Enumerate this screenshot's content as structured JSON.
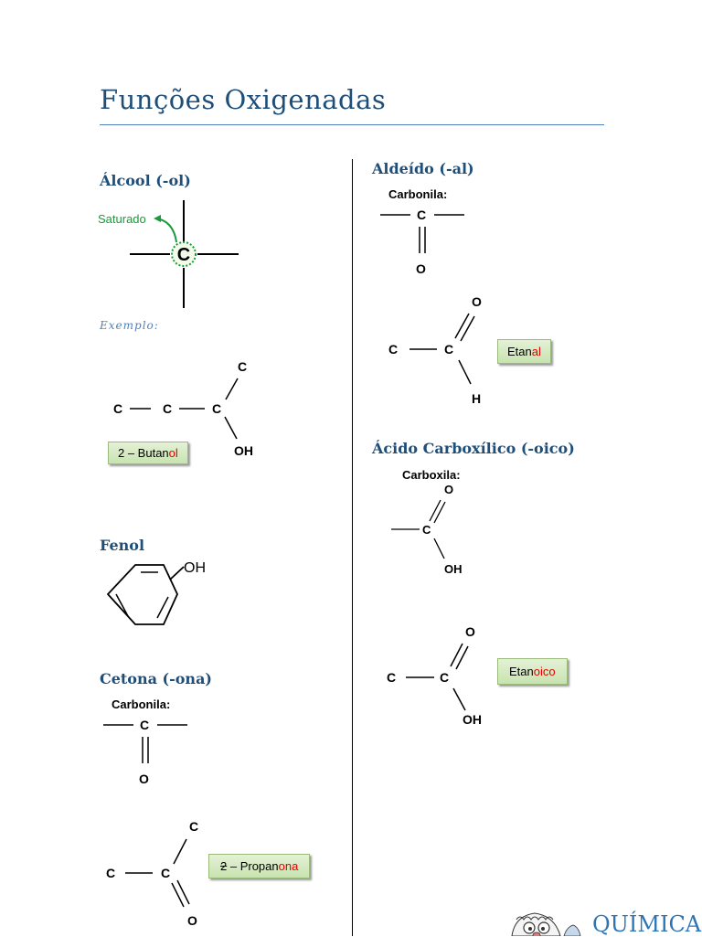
{
  "page": {
    "title": "Funções Oxigenadas"
  },
  "alcool": {
    "heading": "Álcool (-ol)",
    "saturado": "Saturado",
    "carbon": "C",
    "exemplo": "Exemplo:",
    "example": {
      "atoms": [
        "C",
        "C",
        "C",
        "C",
        "OH"
      ],
      "label_prefix": "2 – Butan",
      "label_suffix": "ol"
    }
  },
  "fenol": {
    "heading": "Fenol",
    "oh": "OH"
  },
  "cetona": {
    "heading": "Cetona (-ona)",
    "group_label": "Carbonila:",
    "group_atoms": [
      "C",
      "O"
    ],
    "example": {
      "atoms": [
        "C",
        "C",
        "C",
        "O"
      ],
      "label_prefix_num": "2",
      "label_prefix": " – Propan",
      "label_suffix": "ona"
    }
  },
  "aldeido": {
    "heading": "Aldeído (-al)",
    "group_label": "Carbonila:",
    "group_atoms": [
      "C",
      "O"
    ],
    "example": {
      "atoms": [
        "C",
        "C",
        "O",
        "H"
      ],
      "label_prefix": "Etan",
      "label_suffix": "al"
    }
  },
  "acido": {
    "heading": "Ácido Carboxílico (-oico)",
    "group_label": "Carboxila:",
    "group_atoms": [
      "O",
      "C",
      "OH"
    ],
    "example": {
      "atoms": [
        "C",
        "C",
        "O",
        "OH"
      ],
      "label_prefix": "Etan",
      "label_suffix": "oico"
    }
  },
  "logo": {
    "text": "QUÍMICA"
  },
  "colors": {
    "title": "#1f4e79",
    "accent": "#4f81bd",
    "suffix": "#e00000",
    "saturado": "#1a9a3a",
    "label_bg": "#d6ebc4"
  }
}
